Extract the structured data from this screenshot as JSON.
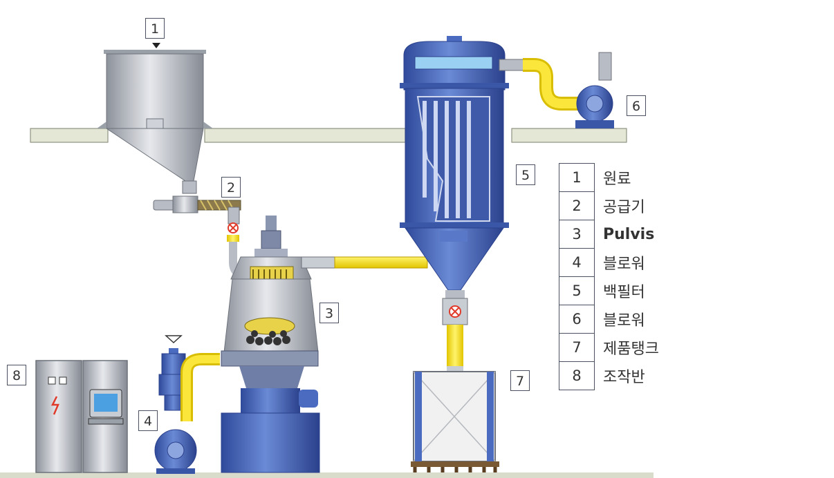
{
  "callouts": {
    "c1": "1",
    "c2": "2",
    "c3": "3",
    "c4": "4",
    "c5": "5",
    "c6": "6",
    "c7": "7",
    "c8": "8"
  },
  "legend": [
    {
      "num": "1",
      "label": "원료"
    },
    {
      "num": "2",
      "label": "공급기"
    },
    {
      "num": "3",
      "label": "Pulvis"
    },
    {
      "num": "4",
      "label": "블로워"
    },
    {
      "num": "5",
      "label": "백필터"
    },
    {
      "num": "6",
      "label": "블로워"
    },
    {
      "num": "7",
      "label": "제품탱크"
    },
    {
      "num": "8",
      "label": "조작반"
    }
  ],
  "colors": {
    "equipment_blue": "#4a6bc0",
    "steel_gray": "#b8bcc4",
    "pipe_yellow": "#f5dc1e",
    "platform": "#e4e7d6",
    "alarm_red": "#e03a2a"
  }
}
